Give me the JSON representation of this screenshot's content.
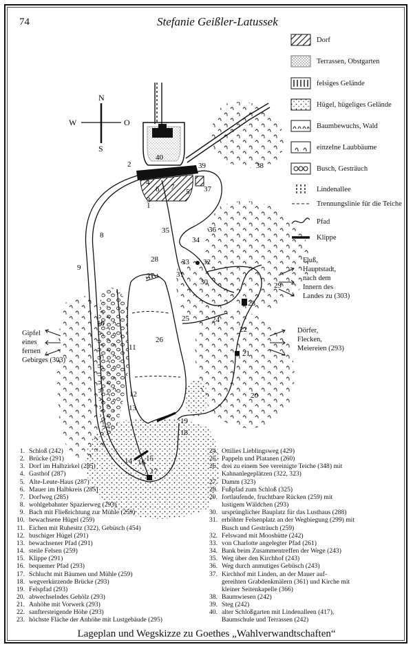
{
  "header": {
    "page_number": "74",
    "author": "Stefanie Geißler-Latussek"
  },
  "legend": [
    {
      "label": "Dorf",
      "icon": "hatched-swatch-icon"
    },
    {
      "label": "Terrassen, Obstgarten",
      "icon": "dotted-terrace-swatch-icon"
    },
    {
      "label": "felsiges Gelände",
      "icon": "rocky-ground-swatch-icon"
    },
    {
      "label": "Hügel, hügeliges Gelände",
      "icon": "stipple-hill-swatch-icon"
    },
    {
      "label": "Baumbewuchs, Wald",
      "icon": "forest-swatch-icon"
    },
    {
      "label": "einzelne Laubbäume",
      "icon": "single-tree-swatch-icon"
    },
    {
      "label": "Busch, Gesträuch",
      "icon": "bush-swatch-icon"
    },
    {
      "label": "Lindenallee",
      "icon": "linden-avenue-swatch-icon"
    },
    {
      "label": "Trennungslinie für die Teiche",
      "icon": "dashed-line-swatch-icon"
    },
    {
      "label": "Pfad",
      "icon": "path-line-swatch-icon"
    },
    {
      "label": "Klippe",
      "icon": "cliff-swatch-icon"
    }
  ],
  "compass": {
    "n": "N",
    "s": "S",
    "w": "W",
    "o": "O"
  },
  "map_numbers": [
    "1",
    "2",
    "3",
    "4",
    "5",
    "6",
    "7",
    "8",
    "9",
    "10",
    "11",
    "12",
    "13",
    "14",
    "15",
    "16",
    "17",
    "18",
    "19",
    "20",
    "21",
    "22",
    "23",
    "24",
    "25",
    "26",
    "27",
    "28",
    "29",
    "30",
    "31",
    "32",
    "33",
    "34",
    "35",
    "36",
    "37",
    "38",
    "39",
    "40"
  ],
  "side_notes": {
    "right_top": [
      "Fluß,",
      "Hauptstadt,",
      "nach dem",
      "Innern des",
      "Landes zu (303)"
    ],
    "right_bottom": [
      "Dörfer,",
      "Flecken,",
      "Meiereien (293)"
    ],
    "left": [
      "Gipfel",
      "eines",
      "fernen",
      "Gebirges (303)"
    ]
  },
  "list_left": [
    {
      "num": "1.",
      "text": "Schloß (242)"
    },
    {
      "num": "2.",
      "text": "Brücke (291)"
    },
    {
      "num": "3.",
      "text": "Dorf im Halbzirkel (285)"
    },
    {
      "num": "4.",
      "text": "Gasthof (287)"
    },
    {
      "num": "5.",
      "text": "Alte-Leute-Haus (287)"
    },
    {
      "num": "6.",
      "text": "Mauer im Halbkreis (285)"
    },
    {
      "num": "7.",
      "text": "Dorfweg (285)"
    },
    {
      "num": "8.",
      "text": "wohlgebahnter Spazierweg (293)"
    },
    {
      "num": "9.",
      "text": "Bach mit Fließrichtung zur Mühle (259)"
    },
    {
      "num": "10.",
      "text": "bewachsene Hügel (259)"
    },
    {
      "num": "11.",
      "text": "Eichen mit Ruhesitz (322), Gebüsch (454)"
    },
    {
      "num": "12.",
      "text": "buschiger Hügel (291)"
    },
    {
      "num": "13.",
      "text": "bewachsener Pfad (291)"
    },
    {
      "num": "14.",
      "text": "steile Felsen (259)"
    },
    {
      "num": "15.",
      "text": "Klippe (291)"
    },
    {
      "num": "16.",
      "text": "bequemer Pfad (293)"
    },
    {
      "num": "17.",
      "text": "Schlucht mit Bäumen und Mühle (259)"
    },
    {
      "num": "18.",
      "text": "wegverkürzende Brücke (293)"
    },
    {
      "num": "19.",
      "text": "Felspfad (293)"
    },
    {
      "num": "20.",
      "text": "abwechselndes Gehölz (293)"
    },
    {
      "num": "21.",
      "text": "Anhöhe mit Vorwerk (293)"
    },
    {
      "num": "22.",
      "text": "sanftersteigende Höhe (293)"
    },
    {
      "num": "23.",
      "text": "höchste Fläche der Anhöhe mit Lustgebäude (295)"
    }
  ],
  "list_right": [
    {
      "num": "24.",
      "text": "Ottilies Lieblingsweg (429)"
    },
    {
      "num": "25.",
      "text": "Pappeln und Platanen (260)"
    },
    {
      "num": "26.",
      "text": "drei zu einem See vereinigte Teiche (348) mit"
    },
    {
      "num": "",
      "text": "Kahnanlegeplätzen (322, 323)"
    },
    {
      "num": "27.",
      "text": "Damm (323)"
    },
    {
      "num": "28.",
      "text": "Fußpfad zum Schloß (325)"
    },
    {
      "num": "29.",
      "text": "fortlaufende, fruchtbare Rücken (259) mit"
    },
    {
      "num": "",
      "text": "lustigem Wäldchen (293)"
    },
    {
      "num": "30.",
      "text": "ursprünglicher Bauplatz für das Lusthaus (288)"
    },
    {
      "num": "31.",
      "text": "erhöhter Felsenplatz an der Wegbiegung (299) mit"
    },
    {
      "num": "",
      "text": "Busch und Gesträuch (259)"
    },
    {
      "num": "32.",
      "text": "Felswand mit Mooshütte (242)"
    },
    {
      "num": "33.",
      "text": "von Charlotte angelegter Pfad (261)"
    },
    {
      "num": "34.",
      "text": "Bank beim Zusammentreffen der Wege (243)"
    },
    {
      "num": "35.",
      "text": "Weg über den Kirchhof (243)"
    },
    {
      "num": "36.",
      "text": "Weg durch anmutiges Gebüsch (243)"
    },
    {
      "num": "37.",
      "text": "Kirchhof mit Linden, an der Mauer auf-"
    },
    {
      "num": "",
      "text": "gereihten Grabdenkmälern (361) und Kirche mit"
    },
    {
      "num": "",
      "text": "kleiner Seitenkapelle (366)"
    },
    {
      "num": "38.",
      "text": "Baumwiesen (242)"
    },
    {
      "num": "39.",
      "text": "Steg (242)"
    },
    {
      "num": "40.",
      "text": "alter Schloßgarten mit Lindenalleen (417),"
    },
    {
      "num": "",
      "text": "Baumschule und Terrassen (242)"
    }
  ],
  "caption": "Lageplan und Wegskizze zu Goethes „Wahlverwandtschaften“"
}
